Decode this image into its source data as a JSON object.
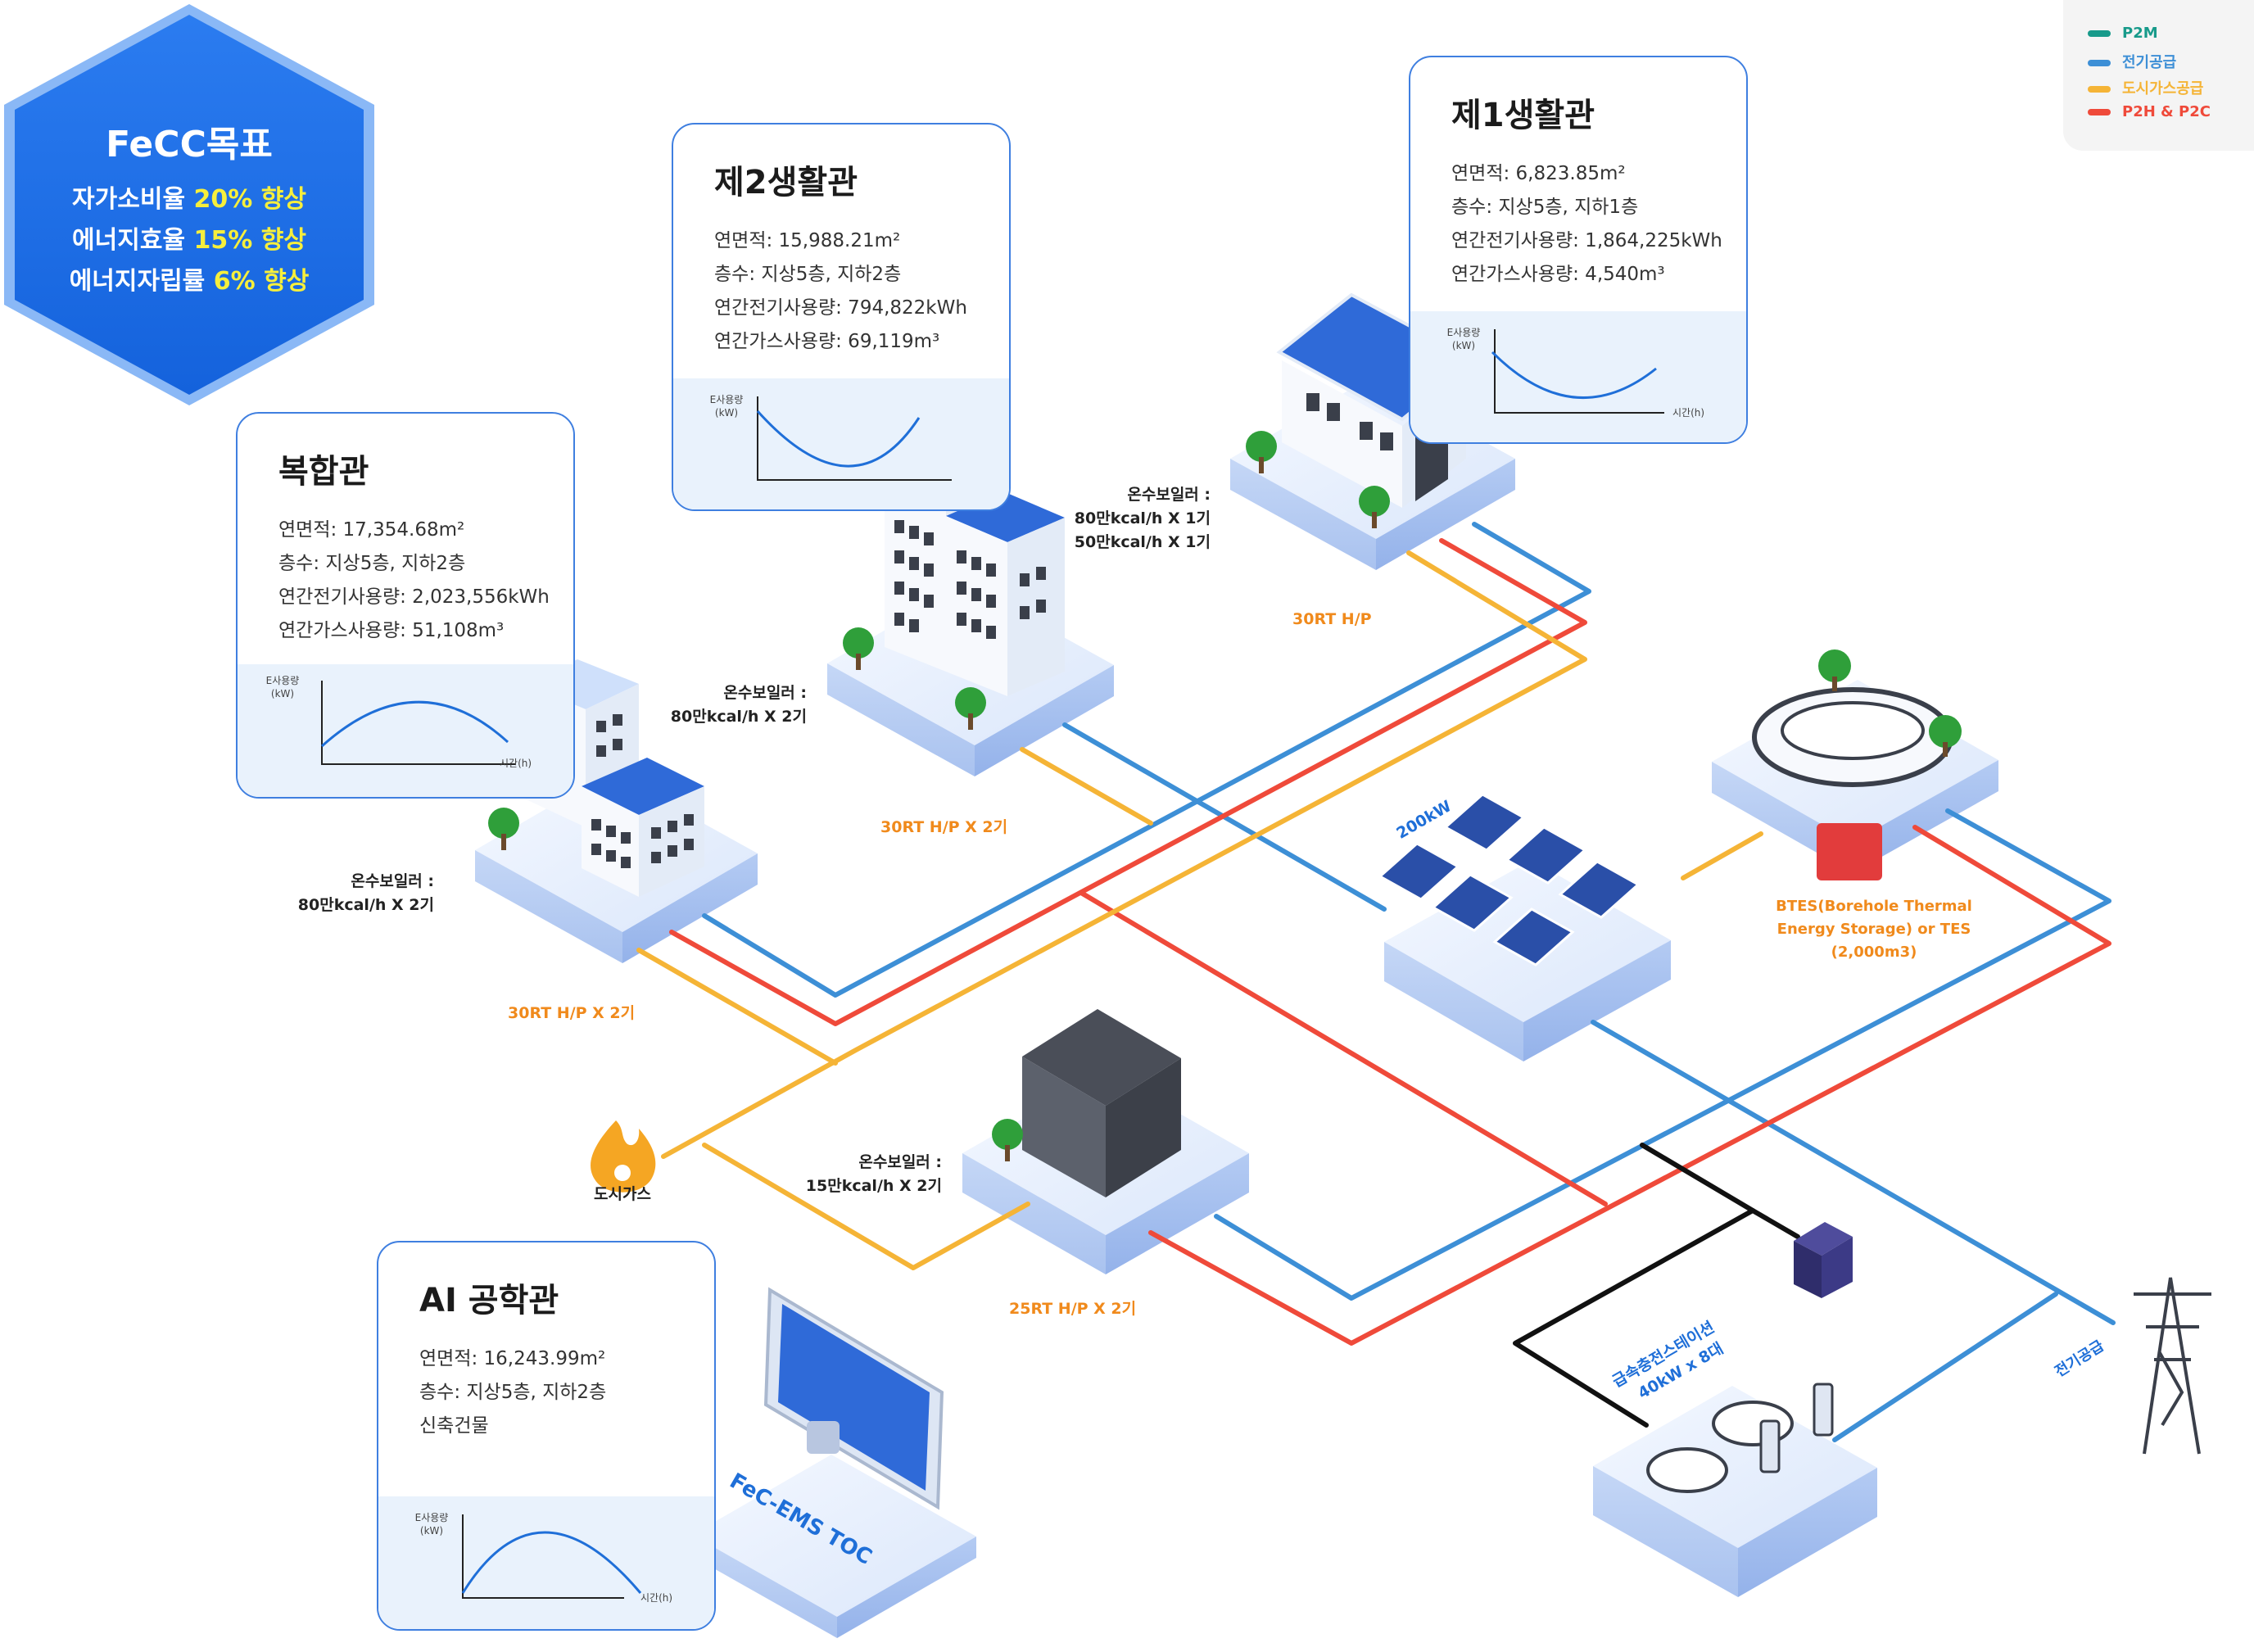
{
  "goals": {
    "title": "FeCC목표",
    "lines": [
      {
        "prefix": "자가소비율 ",
        "highlight": "20% 향상"
      },
      {
        "prefix": "에너지효율 ",
        "highlight": "15% 향상"
      },
      {
        "prefix": "에너지자립률 ",
        "highlight": "6% 향상"
      }
    ]
  },
  "legend": [
    {
      "label": "P2M",
      "color": "#179a8a"
    },
    {
      "label": "전기공급",
      "color": "#3d8fd6"
    },
    {
      "label": "도시가스공급",
      "color": "#f5b436"
    },
    {
      "label": "P2H & P2C",
      "color": "#ef4a3a"
    }
  ],
  "buildings": {
    "complex": {
      "title": "복합관",
      "stats": [
        "연면적: 17,354.68m²",
        "층수: 지상5층, 지하2층",
        "연간전기사용량: 2,023,556kWh",
        "연간가스사용량: 51,108m³"
      ],
      "graph_ylabel": [
        "E사용량",
        "(kW)"
      ],
      "graph_xlabel": "시간(h)",
      "graph_shape": "arch"
    },
    "dorm2": {
      "title": "제2생활관",
      "stats": [
        "연면적: 15,988.21m²",
        "층수: 지상5층, 지하2층",
        "연간전기사용량: 794,822kWh",
        "연간가스사용량: 69,119m³"
      ],
      "graph_ylabel": [
        "E사용량",
        "(kW)"
      ],
      "graph_xlabel": "",
      "graph_shape": "valley"
    },
    "dorm1": {
      "title": "제1생활관",
      "stats": [
        "연면적: 6,823.85m²",
        "층수: 지상5층, 지하1층",
        "연간전기사용량: 1,864,225kWh",
        "연간가스사용량: 4,540m³"
      ],
      "graph_ylabel": [
        "E사용량",
        "(kW)"
      ],
      "graph_xlabel": "시간(h)",
      "graph_shape": "valley"
    },
    "ai": {
      "title": "AI 공학관",
      "stats": [
        "연면적: 16,243.99m²",
        "층수: 지상5층, 지하2층",
        "신축건물"
      ],
      "graph_ylabel": [
        "E사용량",
        "(kW)"
      ],
      "graph_xlabel": "시간(h)",
      "graph_shape": "arch"
    }
  },
  "equipment": {
    "complex_boiler": [
      "온수보일러 :",
      "80만kcal/h X 2기"
    ],
    "complex_hp": "30RT H/P X 2기",
    "dorm2_boiler": [
      "온수보일러 :",
      "80만kcal/h X 2기"
    ],
    "dorm2_hp": "30RT H/P X 2기",
    "dorm1_boiler": [
      "온수보일러 :",
      "80만kcal/h X 1기",
      "50만kcal/h X 1기"
    ],
    "dorm1_hp": "30RT H/P",
    "center_boiler": [
      "온수보일러 :",
      "15만kcal/h X 2기"
    ],
    "center_hp": "25RT H/P X 2기"
  },
  "solar_label": "200kW",
  "btes_label": [
    "BTES(Borehole Thermal",
    "Energy Storage) or TES",
    "(2,000m3)"
  ],
  "city_gas_label": "도시가스",
  "charging_label": [
    "급속충전스테이션",
    "40kW x 8대"
  ],
  "power_supply_label": "전기공급",
  "ems_label": "FeC-EMS TOC",
  "colors": {
    "blue_card": "#3f7fe0",
    "hex_fill": "#1e6ee6",
    "electric": "#3d8fd6",
    "gas": "#f5b436",
    "heat": "#ef4a3a",
    "p2m": "#179a8a",
    "black": "#111111",
    "hp_label": "#f08a1c"
  }
}
